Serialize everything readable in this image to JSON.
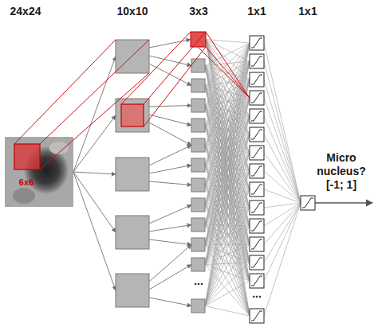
{
  "diagram": {
    "labels": [
      "24x24",
      "10x10",
      "3x3",
      "1x1",
      "1x1",
      "6x6",
      "...",
      "...",
      "Micro nucleus? [-1; 1]"
    ]
  }
}
